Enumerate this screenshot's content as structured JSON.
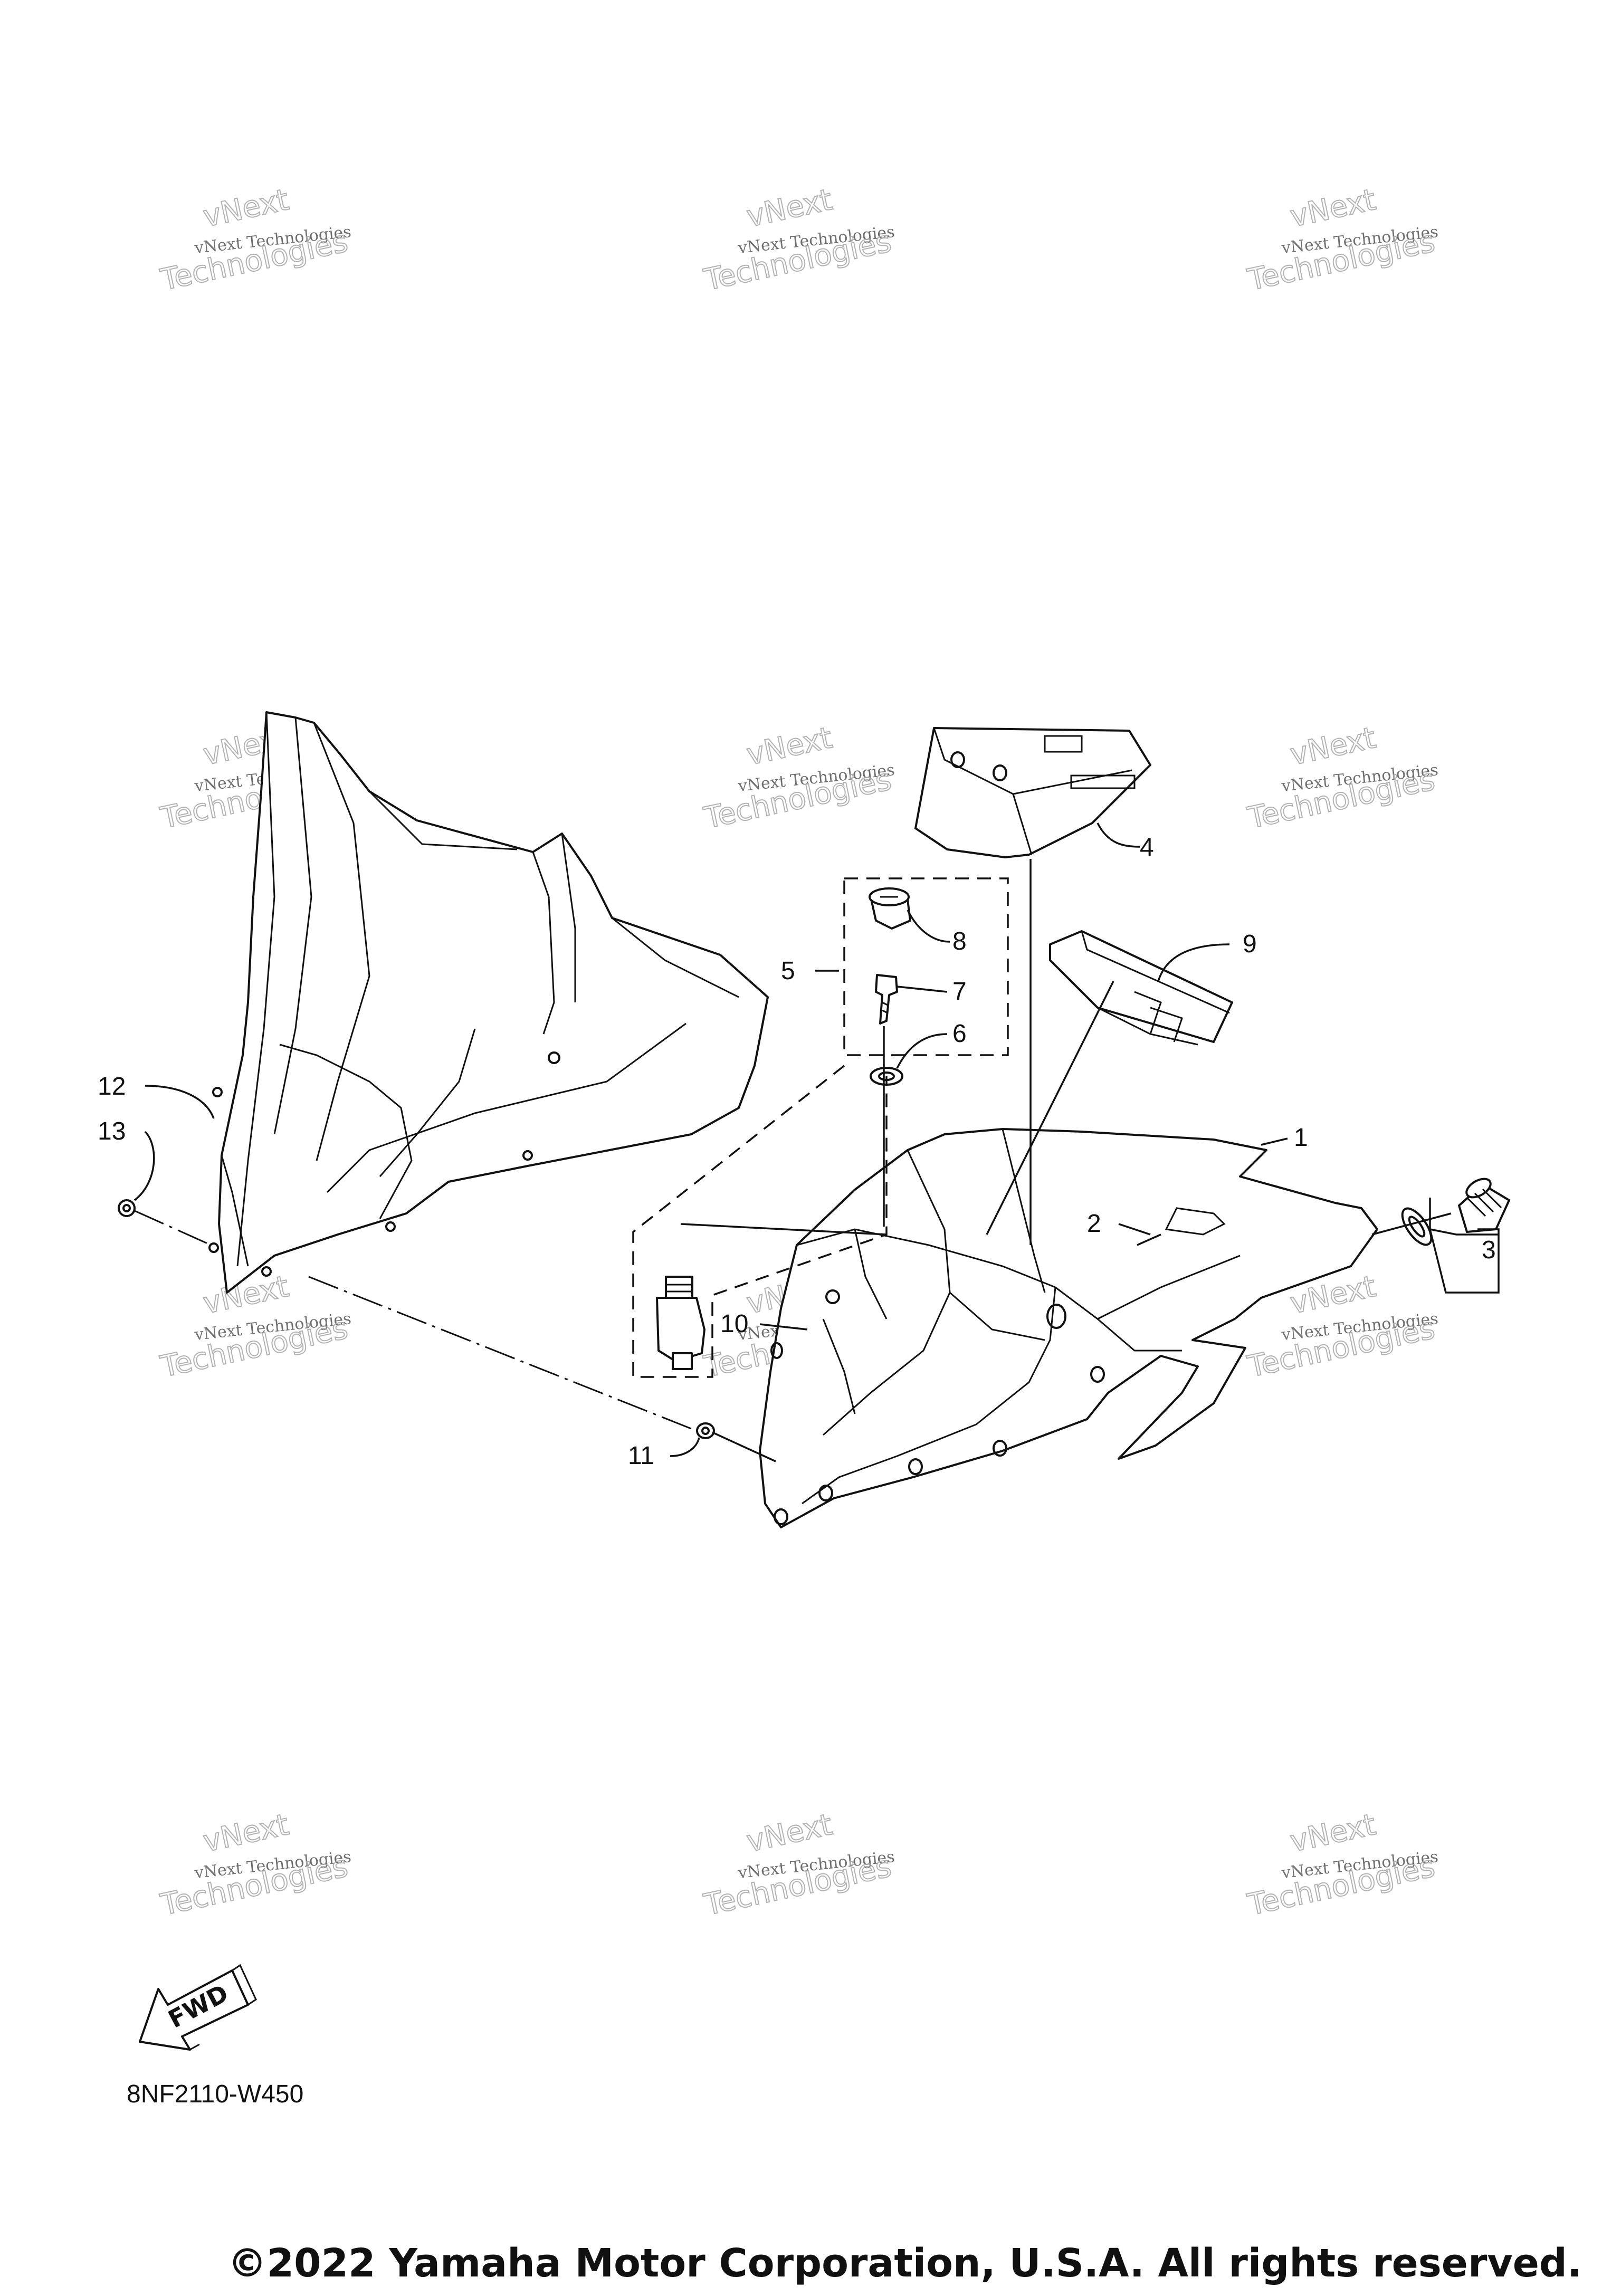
{
  "diagram_code": "8NF2110-W450",
  "copyright": "©2022 Yamaha Motor Corporation, U.S.A. All rights reserved.",
  "fwd_label": "FWD",
  "watermark": {
    "line1": "vNext",
    "line2": "vNext Technologies",
    "line3": "Technologies"
  },
  "callouts": {
    "c1": "1",
    "c2": "2",
    "c3": "3",
    "c4": "4",
    "c5": "5",
    "c6": "6",
    "c7": "7",
    "c8": "8",
    "c9": "9",
    "c10": "10",
    "c11": "11",
    "c12": "12",
    "c13": "13"
  }
}
